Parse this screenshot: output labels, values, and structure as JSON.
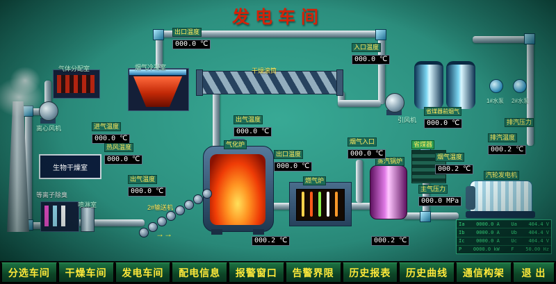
{
  "title": "发电车间",
  "nav": {
    "items": [
      "分选车间",
      "干燥车间",
      "发电车间",
      "配电信息",
      "报警窗口",
      "告警界限",
      "历史报表",
      "历史曲线",
      "通信构架",
      "退 出"
    ]
  },
  "labels": {
    "gas_distribution": "气体分配室",
    "condenser": "烟气冷凝室",
    "drying_drum": "干燥滚筒",
    "centrifugal_fan": "离心风机",
    "bio_drying_room": "生物干燥室",
    "plasma_deodor": "等离子除臭",
    "spray_room": "喷淋室",
    "gasifier": "气化炉",
    "conveyor2": "2#输送机",
    "gas_furnace": "燃气炉",
    "steam_boiler": "蒸汽锅炉",
    "economizer": "省煤器",
    "induced_fan": "引风机",
    "turbine_generator": "汽轮发电机",
    "pump1": "1#水泵",
    "pump2": "2#水泵",
    "exhaust_pressure": "排汽压力"
  },
  "gauges": [
    {
      "label": "出口温度",
      "value": "000.0",
      "unit": "℃"
    },
    {
      "label": "入口温度",
      "value": "000.0",
      "unit": "℃"
    },
    {
      "label": "进气温度",
      "value": "000.0",
      "unit": "℃"
    },
    {
      "label": "热风温度",
      "value": "000.0",
      "unit": "℃"
    },
    {
      "label": "出气温度",
      "value": "000.0",
      "unit": "℃"
    },
    {
      "label": "出气温度",
      "value": "000.0",
      "unit": "℃"
    },
    {
      "label": "出口温度",
      "value": "000.0",
      "unit": "℃"
    },
    {
      "label": "烟气入口",
      "value": "000.0",
      "unit": "℃"
    },
    {
      "label": "省煤器前烟气",
      "value": "000.0",
      "unit": "℃"
    },
    {
      "label": "烟气温度",
      "value": "000.2",
      "unit": "℃"
    },
    {
      "label": "主气压力",
      "value": "000.0",
      "unit": "MPa"
    },
    {
      "label": "排汽温度",
      "value": "000.2",
      "unit": "℃"
    },
    {
      "label": "",
      "value": "000.2",
      "unit": "℃"
    },
    {
      "label": "",
      "value": "000.2",
      "unit": "℃"
    }
  ],
  "conveyor_arrows": "→→",
  "panel": {
    "rows": [
      [
        "Ia",
        "0000.0 A",
        "Ua",
        "404.4 V"
      ],
      [
        "Ib",
        "0000.0 A",
        "Ub",
        "404.4 V"
      ],
      [
        "Ic",
        "0000.0 A",
        "Uc",
        "404.4 V"
      ],
      [
        "P",
        "0000.0 kW",
        "F",
        "50.00 Hz"
      ]
    ]
  },
  "colors": {
    "background": "#2d9180",
    "title": "#d42208",
    "tag_text": "#ffe95e",
    "display_text": "#ffffff",
    "nav_text": "#ffe93a",
    "panel_text": "#3ef08a"
  }
}
